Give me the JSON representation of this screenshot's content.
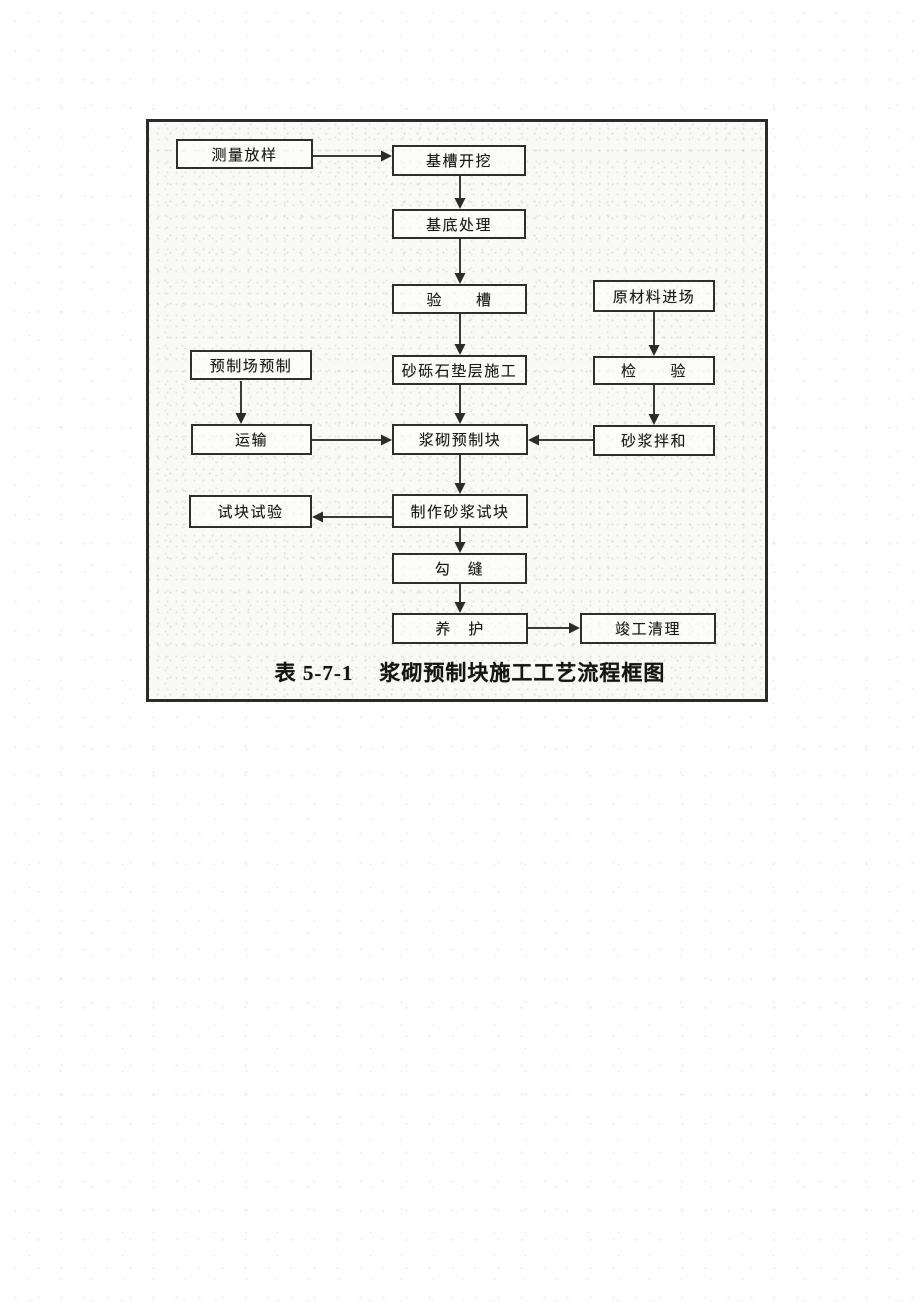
{
  "diagram": {
    "type": "flowchart",
    "caption": {
      "table_label": "表 5-7-1",
      "title": "浆砌预制块施工工艺流程框图"
    },
    "colors": {
      "frame_border": "#2b2b2b",
      "box_border": "#2e2e2e",
      "line": "#3a3a3a",
      "text": "#1b1b1b",
      "paper": "#f9f9f7"
    },
    "nodes": [
      {
        "id": "survey",
        "label": "测量放样"
      },
      {
        "id": "trench-excavation",
        "label": "基槽开挖"
      },
      {
        "id": "foundation-treatment",
        "label": "基底处理"
      },
      {
        "id": "trench-inspection",
        "label": "验　　槽"
      },
      {
        "id": "raw-material-entry",
        "label": "原材料进场"
      },
      {
        "id": "precast-yard",
        "label": "预制场预制"
      },
      {
        "id": "gravel-cushion",
        "label": "砂砾石垫层施工"
      },
      {
        "id": "inspection",
        "label": "检　　验"
      },
      {
        "id": "transport",
        "label": "运输"
      },
      {
        "id": "masonry-precast-block",
        "label": "浆砌预制块"
      },
      {
        "id": "mortar-mixing",
        "label": "砂浆拌和"
      },
      {
        "id": "test-block-testing",
        "label": "试块试验"
      },
      {
        "id": "make-mortar-test-block",
        "label": "制作砂浆试块"
      },
      {
        "id": "pointing",
        "label": "勾　缝"
      },
      {
        "id": "curing",
        "label": "养　护"
      },
      {
        "id": "completion-cleanup",
        "label": "竣工清理"
      }
    ],
    "edges": [
      {
        "from": "survey",
        "to": "trench-excavation"
      },
      {
        "from": "trench-excavation",
        "to": "foundation-treatment"
      },
      {
        "from": "foundation-treatment",
        "to": "trench-inspection"
      },
      {
        "from": "trench-inspection",
        "to": "gravel-cushion"
      },
      {
        "from": "raw-material-entry",
        "to": "inspection"
      },
      {
        "from": "precast-yard",
        "to": "transport"
      },
      {
        "from": "gravel-cushion",
        "to": "masonry-precast-block"
      },
      {
        "from": "inspection",
        "to": "mortar-mixing"
      },
      {
        "from": "transport",
        "to": "masonry-precast-block"
      },
      {
        "from": "mortar-mixing",
        "to": "masonry-precast-block"
      },
      {
        "from": "masonry-precast-block",
        "to": "make-mortar-test-block"
      },
      {
        "from": "make-mortar-test-block",
        "to": "test-block-testing"
      },
      {
        "from": "make-mortar-test-block",
        "to": "pointing"
      },
      {
        "from": "pointing",
        "to": "curing"
      },
      {
        "from": "curing",
        "to": "completion-cleanup"
      }
    ]
  }
}
